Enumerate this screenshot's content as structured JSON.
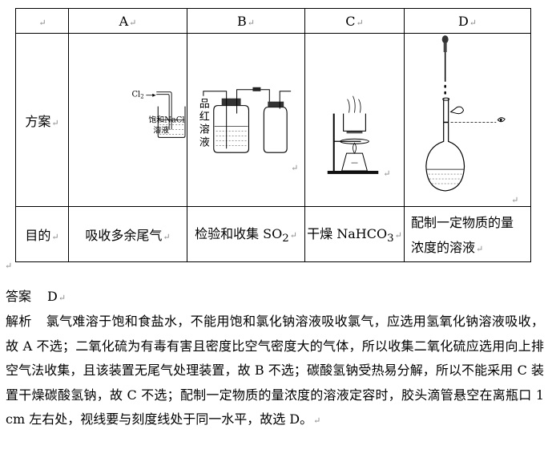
{
  "table": {
    "header": {
      "corner_mark": "↵",
      "cols": [
        "A",
        "B",
        "C",
        "D"
      ],
      "col_marks": [
        "↵",
        "↵",
        "↵",
        "↵"
      ]
    },
    "plan_row": {
      "label": "方案",
      "label_mark": "↵",
      "A_gas_label": "Cl",
      "A_gas_sub": "2",
      "A_solution_line1": "饱和NaCl",
      "A_solution_line2": "溶液",
      "B_reagent": [
        "品",
        "红",
        "溶",
        "液"
      ],
      "cell_mark": "↵"
    },
    "goal_row": {
      "label": "目的",
      "label_mark": "↵",
      "A": "吸收多余尾气",
      "B_pre": "检验和收集 SO",
      "B_sub": "2",
      "C_pre": "干燥 NaHCO",
      "C_sub": "3",
      "D": "配制一定物质的量浓度的溶液",
      "mark": "↵"
    }
  },
  "after_table_mark": "↵",
  "answer": {
    "label": "答案",
    "value": "D",
    "mark": "↵"
  },
  "analysis": {
    "label": "解析",
    "text": "氯气难溶于饱和食盐水，不能用饱和氯化钠溶液吸收氯气，应选用氢氧化钠溶液吸收，故 A 不选；二氧化硫为有毒有害且密度比空气密度大的气体，所以收集二氧化硫应选用向上排空气法收集，且该装置无尾气处理装置，故 B 不选；碳酸氢钠受热易分解，所以不能采用 C 装置干燥碳酸氢钠，故 C 不选；配制一定物质的量浓度的溶液定容时，胶头滴管悬空在离瓶口 1 cm 左右处，视线要与刻度线处于同一水平，故选 D。",
    "end_mark": "↵"
  }
}
